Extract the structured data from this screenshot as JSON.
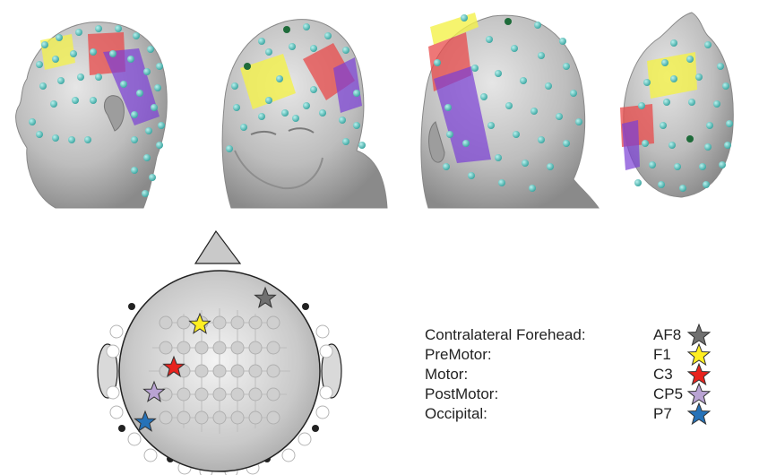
{
  "legend": {
    "items": [
      {
        "label": "Contralateral Forehead:",
        "code": "AF8",
        "color": "#707070"
      },
      {
        "label": "PreMotor:",
        "code": "F1",
        "color": "#ffee22"
      },
      {
        "label": "Motor:",
        "code": "C3",
        "color": "#e8231e"
      },
      {
        "label": "PostMotor:",
        "code": "CP5",
        "color": "#b9a3d3"
      },
      {
        "label": "Occipital:",
        "code": "P7",
        "color": "#2672b8"
      }
    ]
  },
  "colors": {
    "electrode": "#5cc9c3",
    "head": "#b9b9b9",
    "region_premotor": "#f4f14a",
    "region_motor": "#e84a4a",
    "region_postmotor": "#7b3fd6",
    "reference_electrode": "#1e6b3a"
  },
  "icons": [
    "head-render-left",
    "head-render-front",
    "head-render-back",
    "head-render-top",
    "eeg-cap-topomap",
    "star-icon"
  ]
}
